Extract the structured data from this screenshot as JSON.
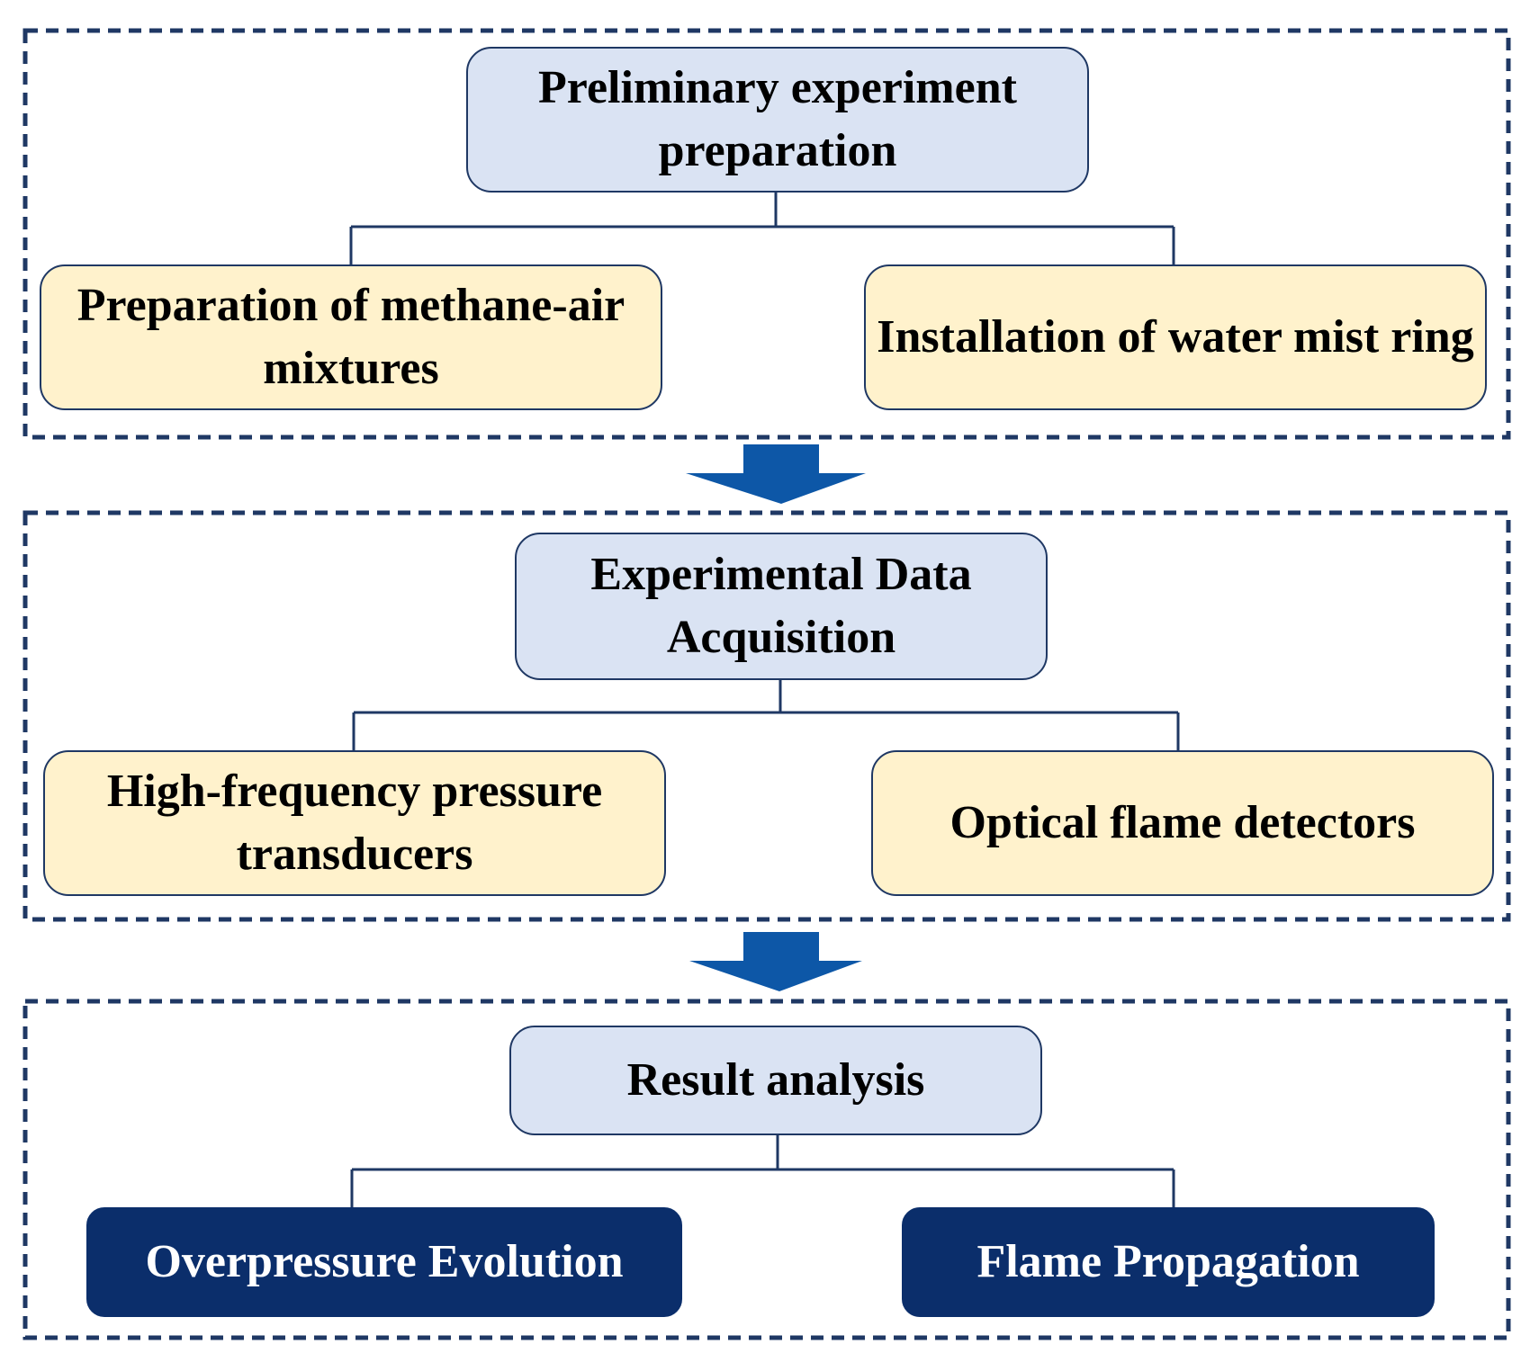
{
  "diagram": {
    "colors": {
      "frame_border": "#1f3864",
      "connector": "#1f3864",
      "arrow": "#0d57a7",
      "header_box": "#dae3f3",
      "sub_box": "#fff2cc",
      "result_box": "#0b2e6b",
      "result_text": "#ffffff"
    },
    "stages": [
      {
        "title": "Preliminary experiment preparation",
        "left": "Preparation of methane-air mixtures",
        "right": "Installation of water mist ring"
      },
      {
        "title": "Experimental Data Acquisition",
        "left": "High-frequency pressure transducers",
        "right": "Optical flame detectors"
      },
      {
        "title": "Result analysis",
        "left": "Overpressure Evolution",
        "right": "Flame Propagation"
      }
    ]
  }
}
